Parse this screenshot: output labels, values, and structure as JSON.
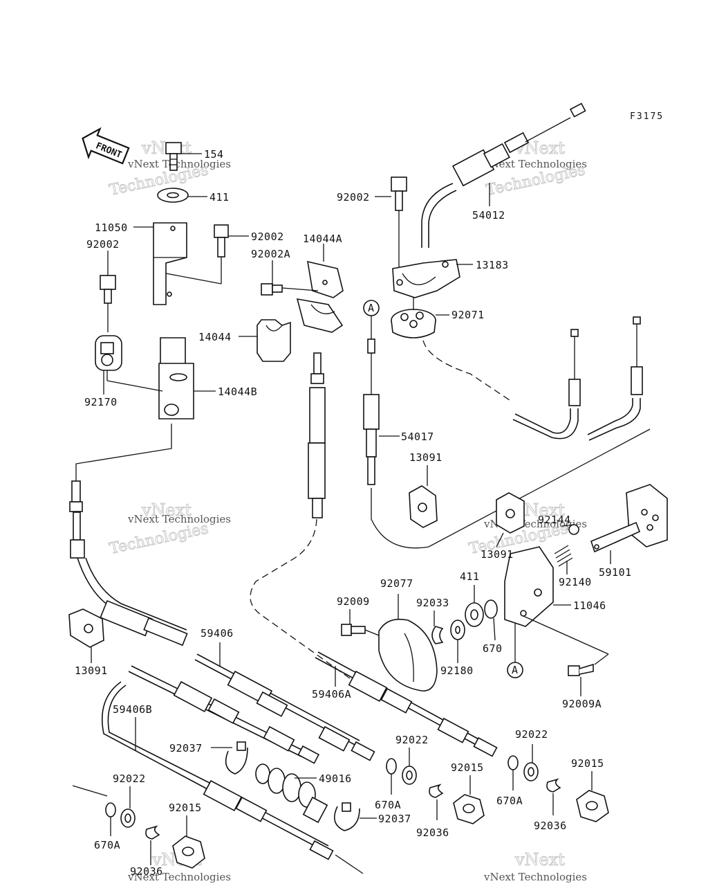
{
  "diagram": {
    "code": "F3175",
    "front_label": "FRONT",
    "watermark": {
      "line1": "vNext Technologies",
      "line2": "vNext",
      "line3": "Technologies"
    },
    "callouts": [
      {
        "id": "c154",
        "text": "154"
      },
      {
        "id": "c411a",
        "text": "411"
      },
      {
        "id": "c11050",
        "text": "11050"
      },
      {
        "id": "c92002a",
        "text": "92002"
      },
      {
        "id": "c92002b",
        "text": "92002"
      },
      {
        "id": "c14044a",
        "text": "14044A"
      },
      {
        "id": "c92002A",
        "text": "92002A"
      },
      {
        "id": "c92002c",
        "text": "92002"
      },
      {
        "id": "c54012",
        "text": "54012"
      },
      {
        "id": "c13183",
        "text": "13183"
      },
      {
        "id": "c92071",
        "text": "92071"
      },
      {
        "id": "cA1",
        "text": "A"
      },
      {
        "id": "c14044",
        "text": "14044"
      },
      {
        "id": "c92170",
        "text": "92170"
      },
      {
        "id": "c14044b",
        "text": "14044B"
      },
      {
        "id": "c54017",
        "text": "54017"
      },
      {
        "id": "c13091a",
        "text": "13091"
      },
      {
        "id": "c92144",
        "text": "92144"
      },
      {
        "id": "c13091b",
        "text": "13091"
      },
      {
        "id": "c92140",
        "text": "92140"
      },
      {
        "id": "c59101",
        "text": "59101"
      },
      {
        "id": "c411b",
        "text": "411"
      },
      {
        "id": "c92077",
        "text": "92077"
      },
      {
        "id": "c92009",
        "text": "92009"
      },
      {
        "id": "c92033",
        "text": "92033"
      },
      {
        "id": "c11046",
        "text": "11046"
      },
      {
        "id": "c670",
        "text": "670"
      },
      {
        "id": "c92180",
        "text": "92180"
      },
      {
        "id": "cA2",
        "text": "A"
      },
      {
        "id": "c92009A",
        "text": "92009A"
      },
      {
        "id": "c13091c",
        "text": "13091"
      },
      {
        "id": "c59406",
        "text": "59406"
      },
      {
        "id": "c59406A",
        "text": "59406A"
      },
      {
        "id": "c59406B",
        "text": "59406B"
      },
      {
        "id": "c92037a",
        "text": "92037"
      },
      {
        "id": "c49016",
        "text": "49016"
      },
      {
        "id": "c92022a",
        "text": "92022"
      },
      {
        "id": "c670Aa",
        "text": "670A"
      },
      {
        "id": "c92015a",
        "text": "92015"
      },
      {
        "id": "c92036a",
        "text": "92036"
      },
      {
        "id": "c92037b",
        "text": "92037"
      },
      {
        "id": "c92022b",
        "text": "92022"
      },
      {
        "id": "c670Ab",
        "text": "670A"
      },
      {
        "id": "c92036b",
        "text": "92036"
      },
      {
        "id": "c92015b",
        "text": "92015"
      },
      {
        "id": "c92022c",
        "text": "92022"
      },
      {
        "id": "c670Ac",
        "text": "670A"
      },
      {
        "id": "c92015c",
        "text": "92015"
      },
      {
        "id": "c92036c",
        "text": "92036"
      }
    ]
  }
}
